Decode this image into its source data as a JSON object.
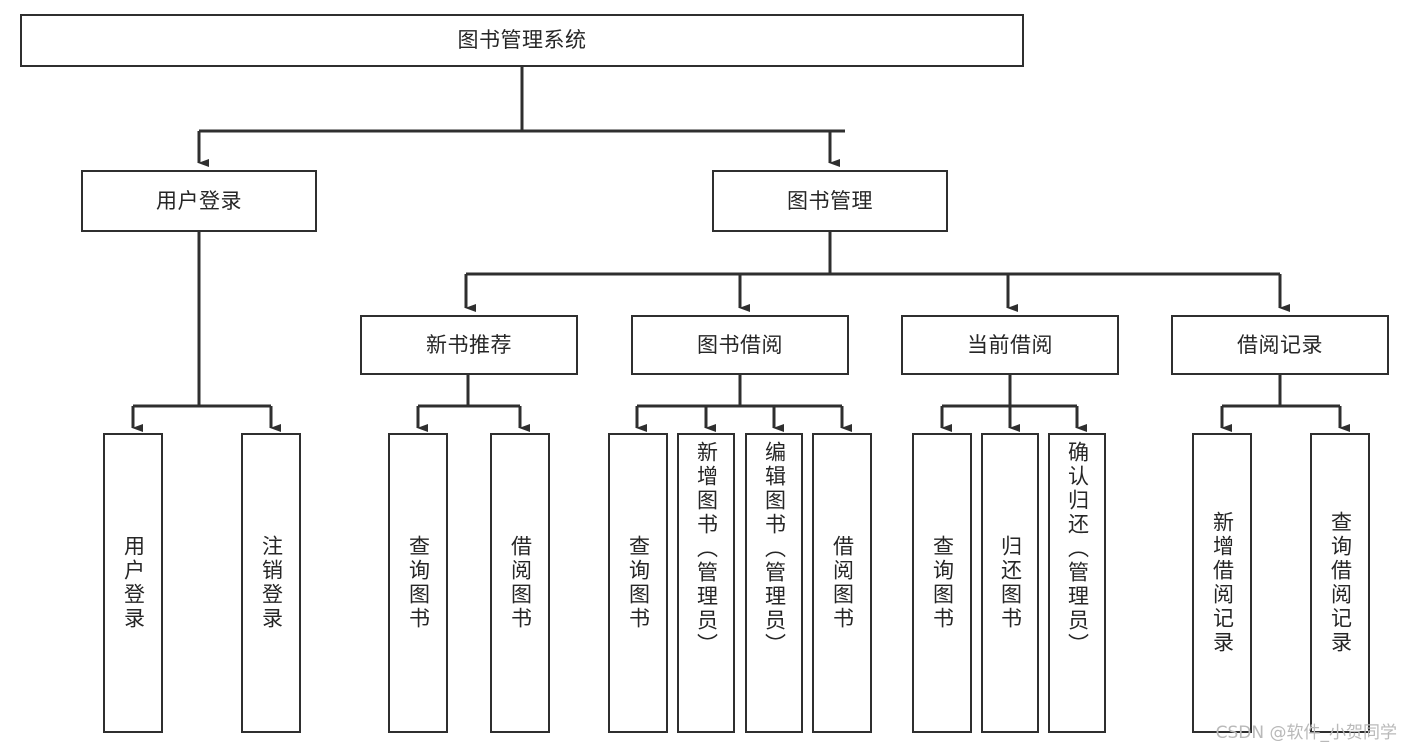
{
  "diagram": {
    "type": "hierarchy-tree",
    "title": "图书管理系统",
    "watermark": "CSDN @软件_小贺同学",
    "colors": {
      "stroke": "#2f2f2f",
      "fill": "#ffffff",
      "text": "#262626",
      "watermark": "#b9b9b9"
    },
    "levels": {
      "root": {
        "label": "图书管理系统"
      },
      "level2": [
        {
          "id": "user-login",
          "label": "用户登录"
        },
        {
          "id": "book-manage",
          "label": "图书管理"
        }
      ],
      "level3": [
        {
          "id": "new-book-recommend",
          "label": "新书推荐"
        },
        {
          "id": "book-borrow",
          "label": "图书借阅"
        },
        {
          "id": "current-borrow",
          "label": "当前借阅"
        },
        {
          "id": "borrow-record",
          "label": "借阅记录"
        }
      ],
      "leaves": {
        "user-login": [
          {
            "id": "leaf-user-login",
            "label": "用户登录"
          },
          {
            "id": "leaf-logout",
            "label": "注销登录"
          }
        ],
        "new-book-recommend": [
          {
            "id": "leaf-query-book-1",
            "label": "查询图书"
          },
          {
            "id": "leaf-borrow-book-1",
            "label": "借阅图书"
          }
        ],
        "book-borrow": [
          {
            "id": "leaf-query-book-2",
            "label": "查询图书"
          },
          {
            "id": "leaf-add-book",
            "label": "新增图书（管理员）"
          },
          {
            "id": "leaf-edit-book",
            "label": "编辑图书（管理员）"
          },
          {
            "id": "leaf-borrow-book-2",
            "label": "借阅图书"
          }
        ],
        "current-borrow": [
          {
            "id": "leaf-query-book-3",
            "label": "查询图书"
          },
          {
            "id": "leaf-return-book",
            "label": "归还图书"
          },
          {
            "id": "leaf-confirm-return",
            "label": "确认归还（管理员）"
          }
        ],
        "borrow-record": [
          {
            "id": "leaf-add-record",
            "label": "新增借阅记录"
          },
          {
            "id": "leaf-query-record",
            "label": "查询借阅记录"
          }
        ]
      }
    }
  }
}
